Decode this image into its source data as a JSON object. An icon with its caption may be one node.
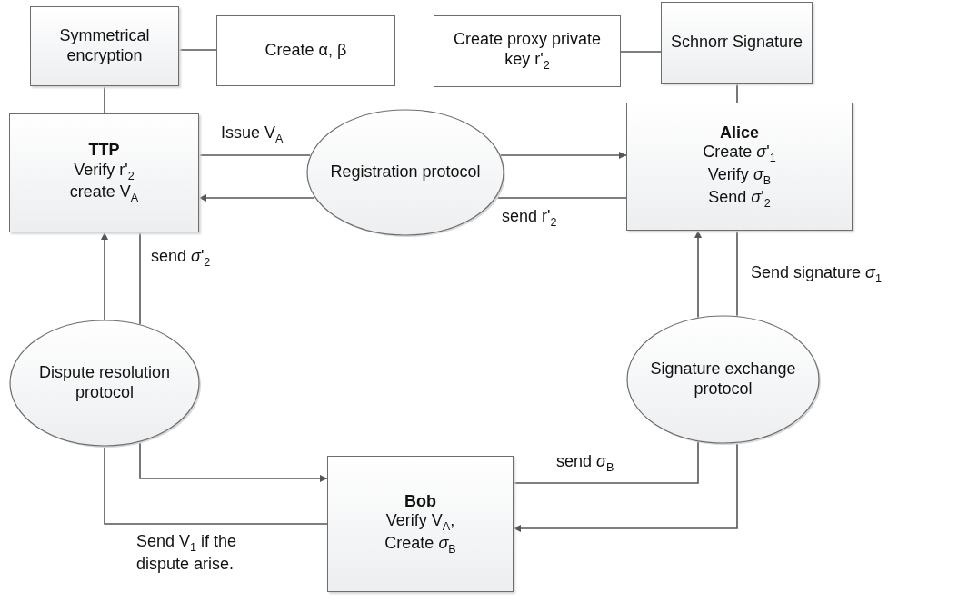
{
  "diagram": {
    "nodes": [
      {
        "text": [
          "Symmetrical encryption"
        ]
      },
      {
        "text": [
          "Create α, β"
        ]
      },
      {
        "text": [
          "Create proxy private key r'$_{2}$"
        ]
      },
      {
        "text": [
          "Schnorr Signature"
        ]
      },
      {
        "text": [
          "TTP",
          "Verify r'$_{2}$",
          "create V$_{A}$"
        ]
      },
      {
        "text": [
          "Registration protocol"
        ]
      },
      {
        "text": [
          "Alice",
          "Create *σ*'$_{1}$",
          "Verify *σ*$_{B}$",
          "Send *σ*'$_{2}$"
        ]
      },
      {
        "text": [
          "Dispute resolution protocol"
        ]
      },
      {
        "text": [
          "Signature exchange protocol"
        ]
      },
      {
        "text": [
          "Bob",
          "Verify V$_{A}$,",
          "Create *σ*$_{B}$"
        ]
      }
    ],
    "edges": [
      {
        "from": 0,
        "to": 1,
        "arrow": "none"
      },
      {
        "from": 0,
        "to": 4,
        "arrow": "none"
      },
      {
        "from": 2,
        "to": 3,
        "arrow": "none"
      },
      {
        "from": 3,
        "to": 6,
        "arrow": "none"
      },
      {
        "from": 4,
        "to": 5,
        "arrow": "none",
        "label": "Issue V$_{A}$"
      },
      {
        "from": 5,
        "to": 6,
        "arrow": "to"
      },
      {
        "from": 6,
        "to": 5,
        "arrow": "none",
        "label": "send r'$_{2}$"
      },
      {
        "from": 5,
        "to": 4,
        "arrow": "to"
      },
      {
        "from": 7,
        "to": 4,
        "arrow": "to"
      },
      {
        "from": 4,
        "to": 7,
        "arrow": "none",
        "label": "send *σ*'$_{2}$"
      },
      {
        "from": 7,
        "to": 9,
        "arrow": "to"
      },
      {
        "from": 9,
        "to": 7,
        "arrow": "none",
        "label": "Send V$_{1}$ if the dispute arise."
      },
      {
        "from": 8,
        "to": 6,
        "arrow": "to"
      },
      {
        "from": 6,
        "to": 8,
        "arrow": "none",
        "label": "Send signature *σ*$_{1}$"
      },
      {
        "from": 9,
        "to": 8,
        "arrow": "none",
        "label": "send *σ*$_{B}$"
      },
      {
        "from": 8,
        "to": 9,
        "arrow": "to"
      }
    ]
  }
}
